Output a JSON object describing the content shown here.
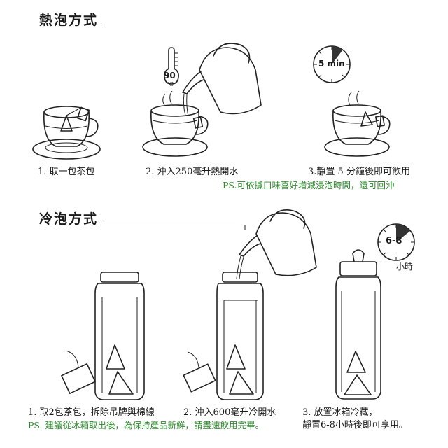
{
  "hot": {
    "title": "熱泡方式",
    "thermometer_label": "90",
    "thermometer_unit": "℃",
    "timer_label": "5 min",
    "steps": [
      "1. 取一包茶包",
      "2. 沖入250毫升熱開水",
      "3.靜置 5 分鐘後即可飲用"
    ],
    "note": "PS.可依據口味喜好增減浸泡時間，還可回沖"
  },
  "cold": {
    "title": "冷泡方式",
    "timer_label": "6-8",
    "timer_unit": "小時",
    "steps": [
      "1. 取2包茶包，拆除吊牌與棉線",
      "2. 沖入600毫升冷開水",
      "3. 放置冰箱冷藏，",
      "靜置6-8小時後即可享用。"
    ],
    "note": "PS. 建議從冰箱取出後，為保持產品新鮮，請盡速飲用完畢。"
  },
  "colors": {
    "note_green": "#2e8b2e",
    "ink": "#222222",
    "timer_wedge": "#333333"
  }
}
